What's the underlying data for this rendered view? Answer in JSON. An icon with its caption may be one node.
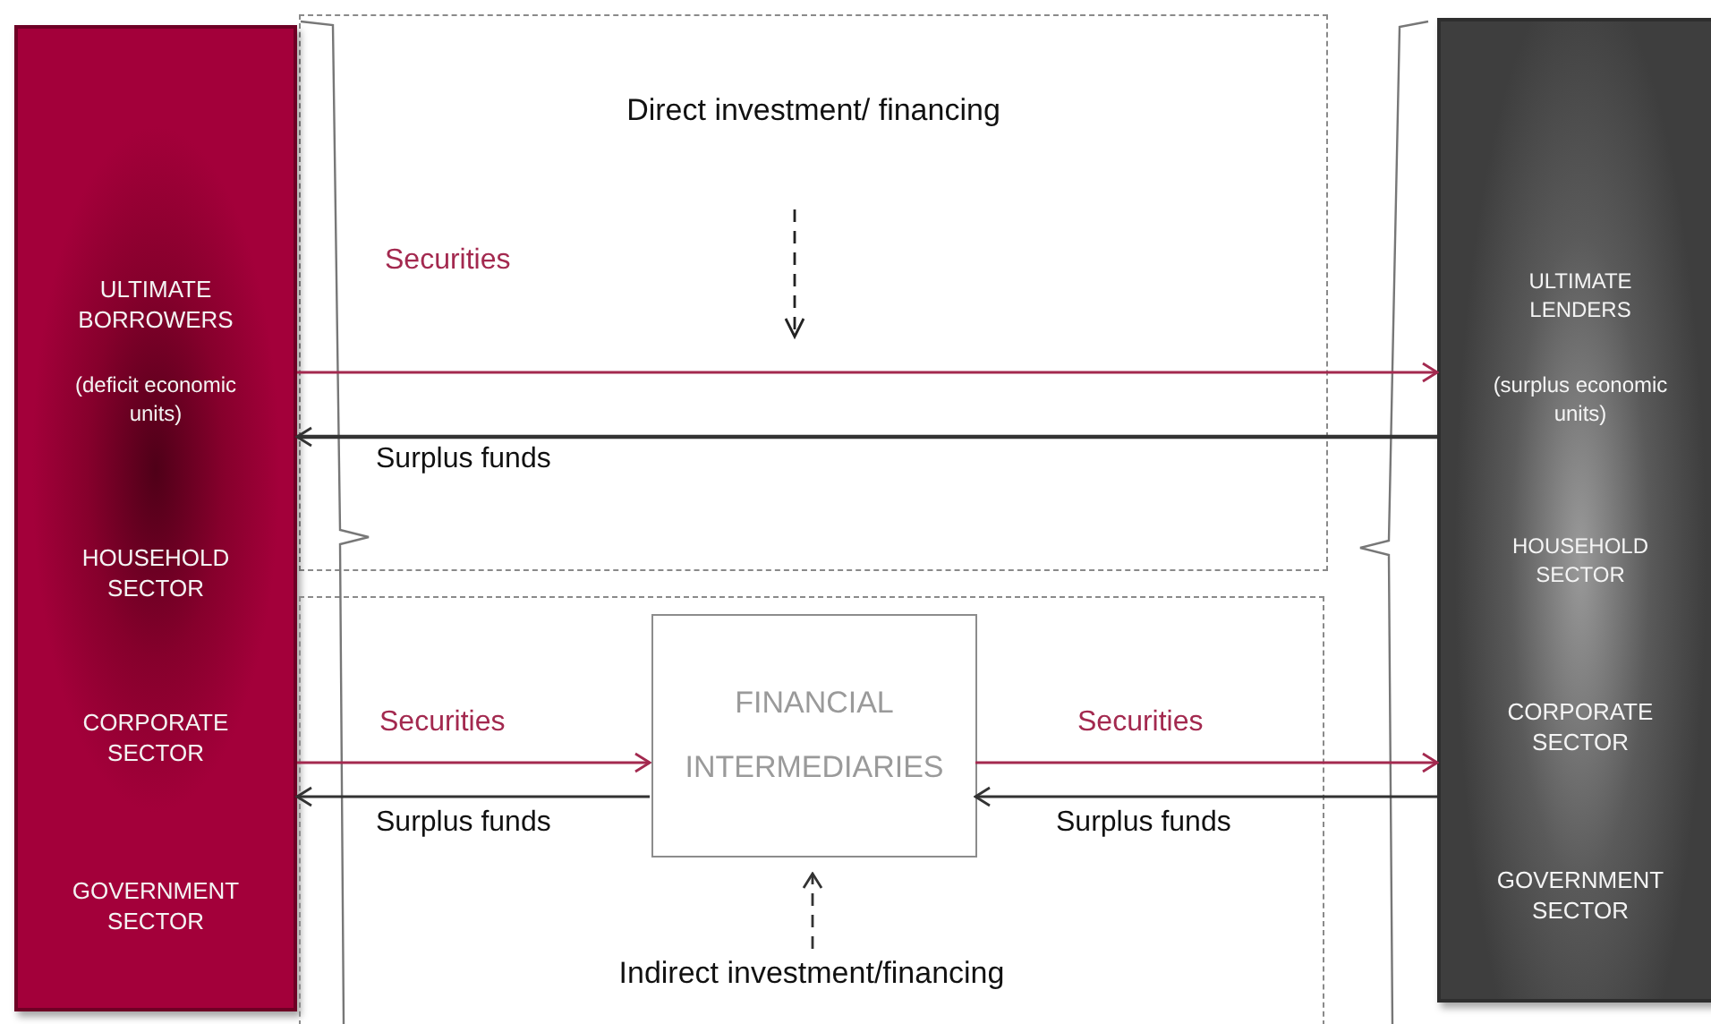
{
  "diagram": {
    "nodes": [
      {
        "text": [
          "ULTIMATE BORROWERS",
          "(deficit economic units)",
          "HOUSEHOLD SECTOR",
          "CORPORATE SECTOR",
          "GOVERNMENT SECTOR"
        ]
      },
      {
        "text": [
          "ULTIMATE LENDERS",
          "(surplus economic units)",
          "HOUSEHOLD SECTOR",
          "CORPORATE SECTOR",
          "GOVERNMENT SECTOR"
        ]
      },
      {
        "text": [
          "Indirect investment/financing"
        ]
      },
      {
        "text": [
          "FINANCIAL INTERMEDIARIES"
        ],
        "in": 2
      }
    ],
    "edges": [
      {
        "from": 0,
        "to": 1,
        "arrow": "to",
        "label": "Securities",
        "color": "#a3294f"
      },
      {
        "from": 1,
        "to": 0,
        "arrow": "to",
        "label": "Surplus funds"
      },
      {
        "from": 0,
        "to": 3,
        "arrow": "to",
        "label": "Securities",
        "color": "#a3294f"
      },
      {
        "from": 3,
        "to": 0,
        "arrow": "to",
        "label": "Surplus funds"
      },
      {
        "from": 3,
        "to": 1,
        "arrow": "to",
        "label": "Securities",
        "color": "#a3294f"
      },
      {
        "from": 1,
        "to": 3,
        "arrow": "to",
        "label": "Surplus funds"
      },
      {
        "from": 2,
        "to": 3,
        "arrow": "to",
        "style": "dashed"
      }
    ],
    "labels": [
      "Direct investment/ financing"
    ]
  }
}
